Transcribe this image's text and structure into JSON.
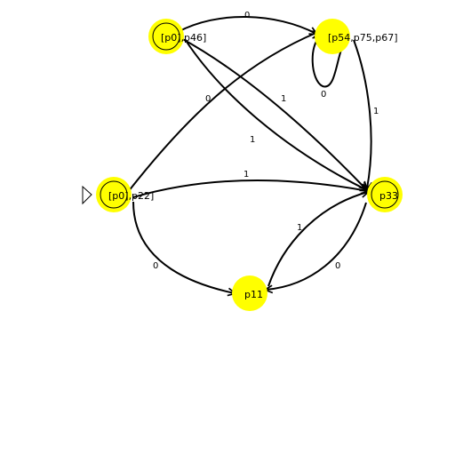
{
  "colors": {
    "state_fill": "#ffff00",
    "stroke": "#000000",
    "background": "#ffffff"
  },
  "states": [
    {
      "id": "s1",
      "label": "[p0],p46]",
      "accepting": true,
      "initial": false
    },
    {
      "id": "s2",
      "label": "[p54,p75,p67]",
      "accepting": false,
      "initial": false
    },
    {
      "id": "s3",
      "label": "[p0],p22]",
      "accepting": true,
      "initial": true
    },
    {
      "id": "s4",
      "label": "p33",
      "accepting": true,
      "initial": false
    },
    {
      "id": "s5",
      "label": "p11",
      "accepting": false,
      "initial": false
    }
  ],
  "transitions": [
    {
      "id": "t1",
      "from": "s1",
      "to": "s2",
      "label": "0"
    },
    {
      "id": "t2",
      "from": "s2",
      "to": "s2",
      "label": "0"
    },
    {
      "id": "t3",
      "from": "s2",
      "to": "s4",
      "label": "1"
    },
    {
      "id": "t4",
      "from": "s1",
      "to": "s4",
      "label": "1"
    },
    {
      "id": "t5",
      "from": "s1",
      "to": "s4",
      "label": "1"
    },
    {
      "id": "t6",
      "from": "s3",
      "to": "s2",
      "label": "0"
    },
    {
      "id": "t7",
      "from": "s3",
      "to": "s4",
      "label": "1"
    },
    {
      "id": "t8",
      "from": "s3",
      "to": "s5",
      "label": "0"
    },
    {
      "id": "t9",
      "from": "s4",
      "to": "s5",
      "label": "0"
    },
    {
      "id": "t10",
      "from": "s5",
      "to": "s4",
      "label": "1"
    }
  ]
}
